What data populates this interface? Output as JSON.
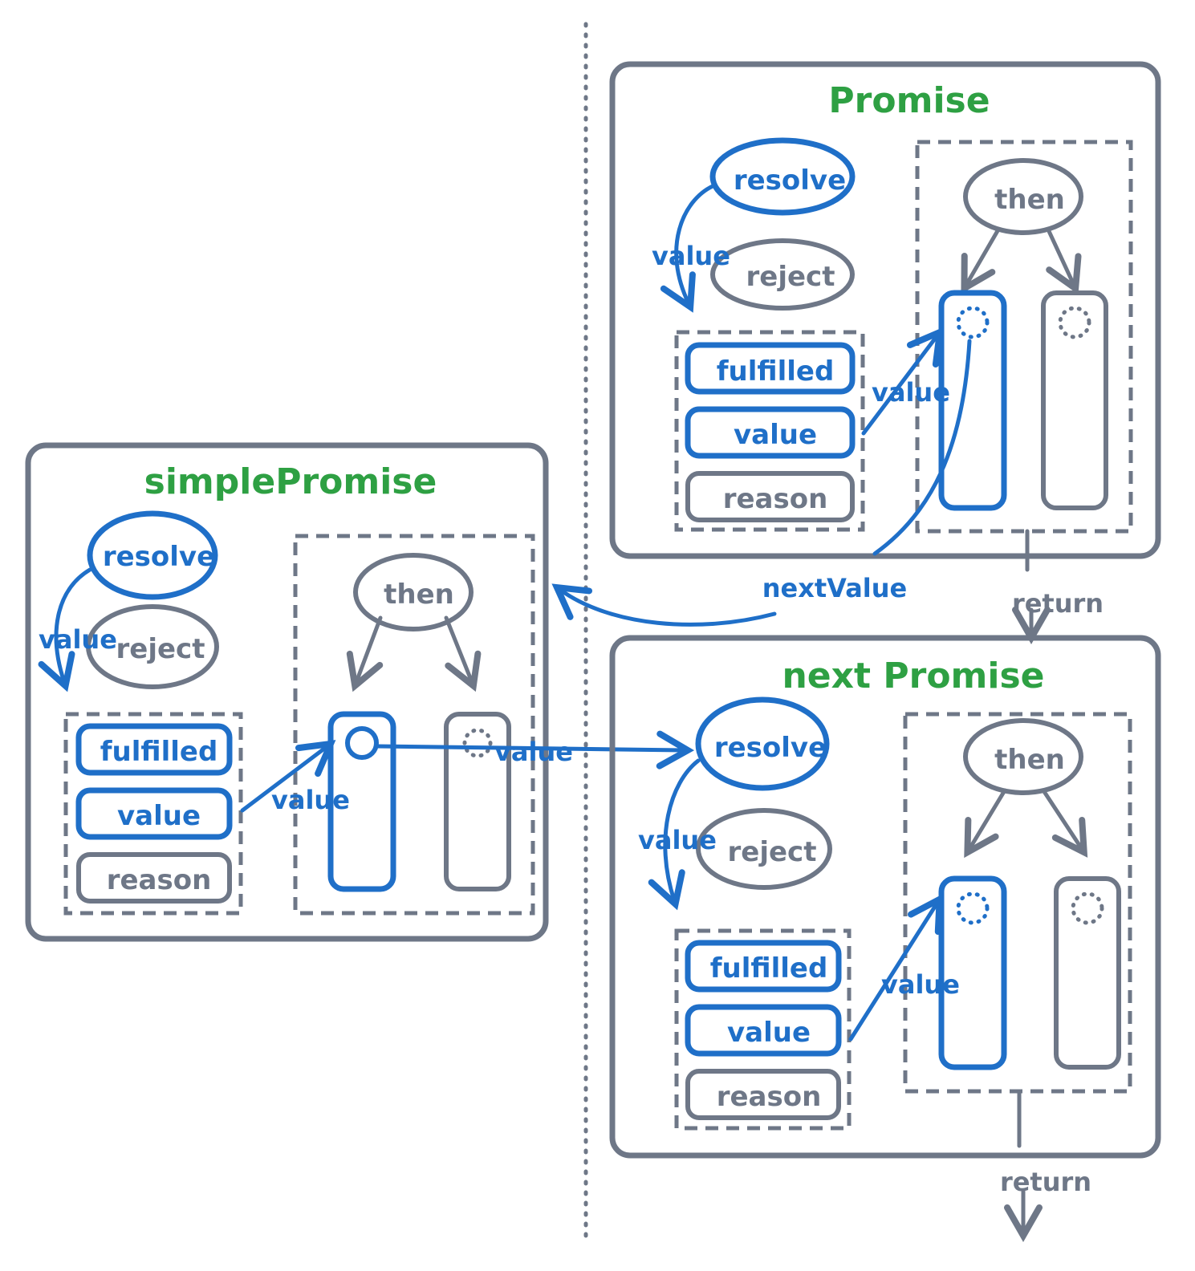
{
  "divider": "dotted",
  "colors": {
    "title": "#2ea043",
    "active": "#1f6fc8",
    "inactive": "#6e7787"
  },
  "simple_promise": {
    "title": "simplePromise",
    "resolve": "resolve",
    "reject": "reject",
    "then": "then",
    "value_arrow": "value",
    "state": {
      "fulfilled": "fulfilled",
      "value": "value",
      "reason": "reason"
    },
    "to_then_label": "value"
  },
  "promise": {
    "title": "Promise",
    "resolve": "resolve",
    "reject": "reject",
    "then": "then",
    "value_arrow": "value",
    "state": {
      "fulfilled": "fulfilled",
      "value": "value",
      "reason": "reason"
    },
    "to_then_label": "value"
  },
  "next_promise": {
    "title": "next Promise",
    "resolve": "resolve",
    "reject": "reject",
    "then": "then",
    "value_arrow": "value",
    "state": {
      "fulfilled": "fulfilled",
      "value": "value",
      "reason": "reason"
    },
    "to_then_label": "value"
  },
  "connectors": {
    "next_value": "nextValue",
    "return_1": "return",
    "return_2": "return",
    "value_to_next_resolve": "value"
  }
}
